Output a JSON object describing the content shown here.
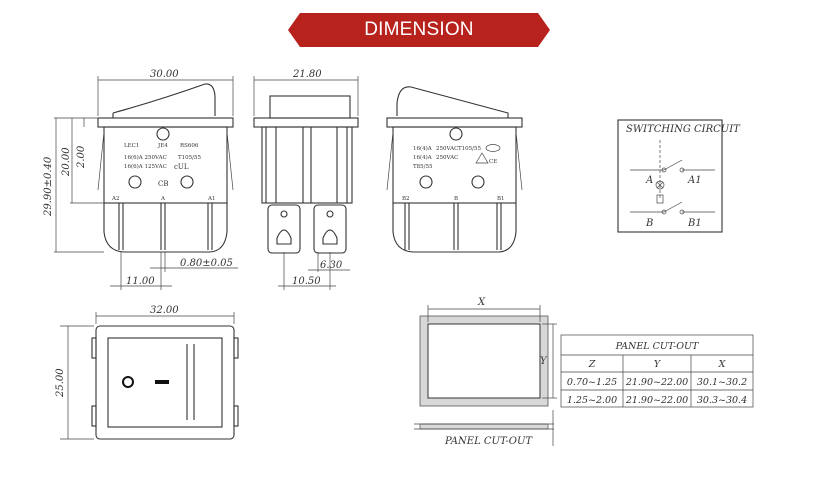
{
  "banner": {
    "title": "DIMENSION",
    "color": "#b7221d"
  },
  "front_view": {
    "width": "30.00",
    "height_total": "29.90±0.40",
    "height_body": "20.00",
    "height_rim": "2.00",
    "terminal_spacing": "11.00",
    "terminal_thickness": "0.80±0.05",
    "labels": {
      "lec": "LEC1",
      "je": "JE4",
      "model": "RS606",
      "rating1": "16(6)A 250VAC",
      "temp": "T105/55",
      "rating2": "16(6)A 125VAC",
      "cb": "CB",
      "a2": "A2",
      "a": "A",
      "a1": "A1"
    }
  },
  "side_view": {
    "width": "21.80",
    "terminal_gap": "6.30",
    "terminal_width": "10.50"
  },
  "back_view": {
    "labels": {
      "r1": "16(4)A",
      "r1b": "250VAC",
      "t1": "T105/55",
      "r2": "16(4)A",
      "r2b": "250VAC",
      "t2": "T85/55",
      "b2": "B2",
      "b": "B",
      "b1": "B1"
    }
  },
  "switching_circuit": {
    "title": "SWITCHING CIRCUIT",
    "a": "A",
    "a1": "A1",
    "b": "B",
    "b1": "B1"
  },
  "top_view": {
    "width": "32.00",
    "height": "25.00"
  },
  "panel": {
    "x_label": "X",
    "y_label": "Y",
    "caption": "PANEL CUT-OUT",
    "table": {
      "title": "PANEL CUT-OUT",
      "headers": [
        "Z",
        "Y",
        "X"
      ],
      "rows": [
        [
          "0.70~1.25",
          "21.90~22.00",
          "30.1~30.2"
        ],
        [
          "1.25~2.00",
          "21.90~22.00",
          "30.3~30.4"
        ]
      ]
    }
  }
}
